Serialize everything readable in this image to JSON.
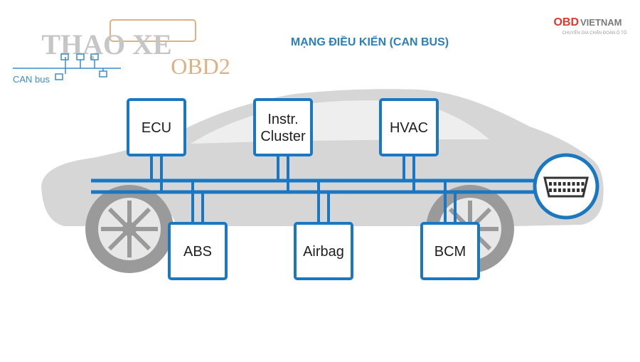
{
  "title": "MẠNG ĐIỀU KIỂN (CAN BUS)",
  "watermark": {
    "text": "THẠO XE",
    "obd_label": "OBD2",
    "can_bus_label": "CAN bus"
  },
  "brand": {
    "logo_text": "OBDVIETNAM",
    "logo_prefix": "OBD",
    "logo_suffix": "VIETNAM",
    "tagline": "CHUYÊN GIA CHẨN ĐOÁN Ô TÔ"
  },
  "nodes": {
    "top": [
      {
        "label_lines": [
          "ECU"
        ]
      },
      {
        "label_lines": [
          "Instr.",
          "Cluster"
        ]
      },
      {
        "label_lines": [
          "HVAC"
        ]
      }
    ],
    "bottom": [
      {
        "label_lines": [
          "ABS"
        ]
      },
      {
        "label_lines": [
          "Airbag"
        ]
      },
      {
        "label_lines": [
          "BCM"
        ]
      }
    ],
    "connector": "obd2-port-icon"
  },
  "colors": {
    "bus": "#1a78c2",
    "node_border": "#1a78c2",
    "car_body": "#d3d3d3",
    "title": "#2c7fb8",
    "brand_red": "#e2382b",
    "watermark_gold": "#d9a46a"
  }
}
